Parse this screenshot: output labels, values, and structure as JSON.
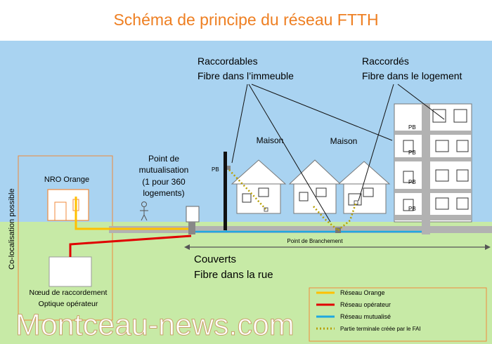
{
  "title": "Schéma de principe du réseau FTTH",
  "side_label": "Co-localisation possible",
  "nro": {
    "label": "NRO Orange"
  },
  "noeud": {
    "line1": "Nœud de raccordement",
    "line2": "Optique opérateur"
  },
  "pm": {
    "line1": "Point de",
    "line2": "mutualisation",
    "line3": "(1 pour 360",
    "line4": "logements)"
  },
  "raccordables": {
    "line1": "Raccordables",
    "line2": "Fibre dans l’immeuble"
  },
  "raccordes": {
    "line1": "Raccordés",
    "line2": "Fibre dans le logement"
  },
  "pb_label": "PB",
  "maison_label": "Maison",
  "branchement_label": "Point de Branchement",
  "couverts": {
    "line1": "Couverts",
    "line2": "Fibre dans la rue"
  },
  "legend": [
    {
      "label": "Réseau Orange",
      "color": "#ffc000",
      "style": "solid"
    },
    {
      "label": "Réseau opérateur",
      "color": "#e00000",
      "style": "solid"
    },
    {
      "label": "Réseau mutualisé",
      "color": "#1fa8e0",
      "style": "solid"
    },
    {
      "label": "Partie terminale créée par le FAI",
      "color": "#b8a000",
      "style": "dotted"
    }
  ],
  "watermark": "Montceau-news.com",
  "colors": {
    "sky": "#a9d3f1",
    "ground": "#c7eaa6",
    "title": "#ee7f22",
    "accent_orange": "#f08a3c"
  }
}
